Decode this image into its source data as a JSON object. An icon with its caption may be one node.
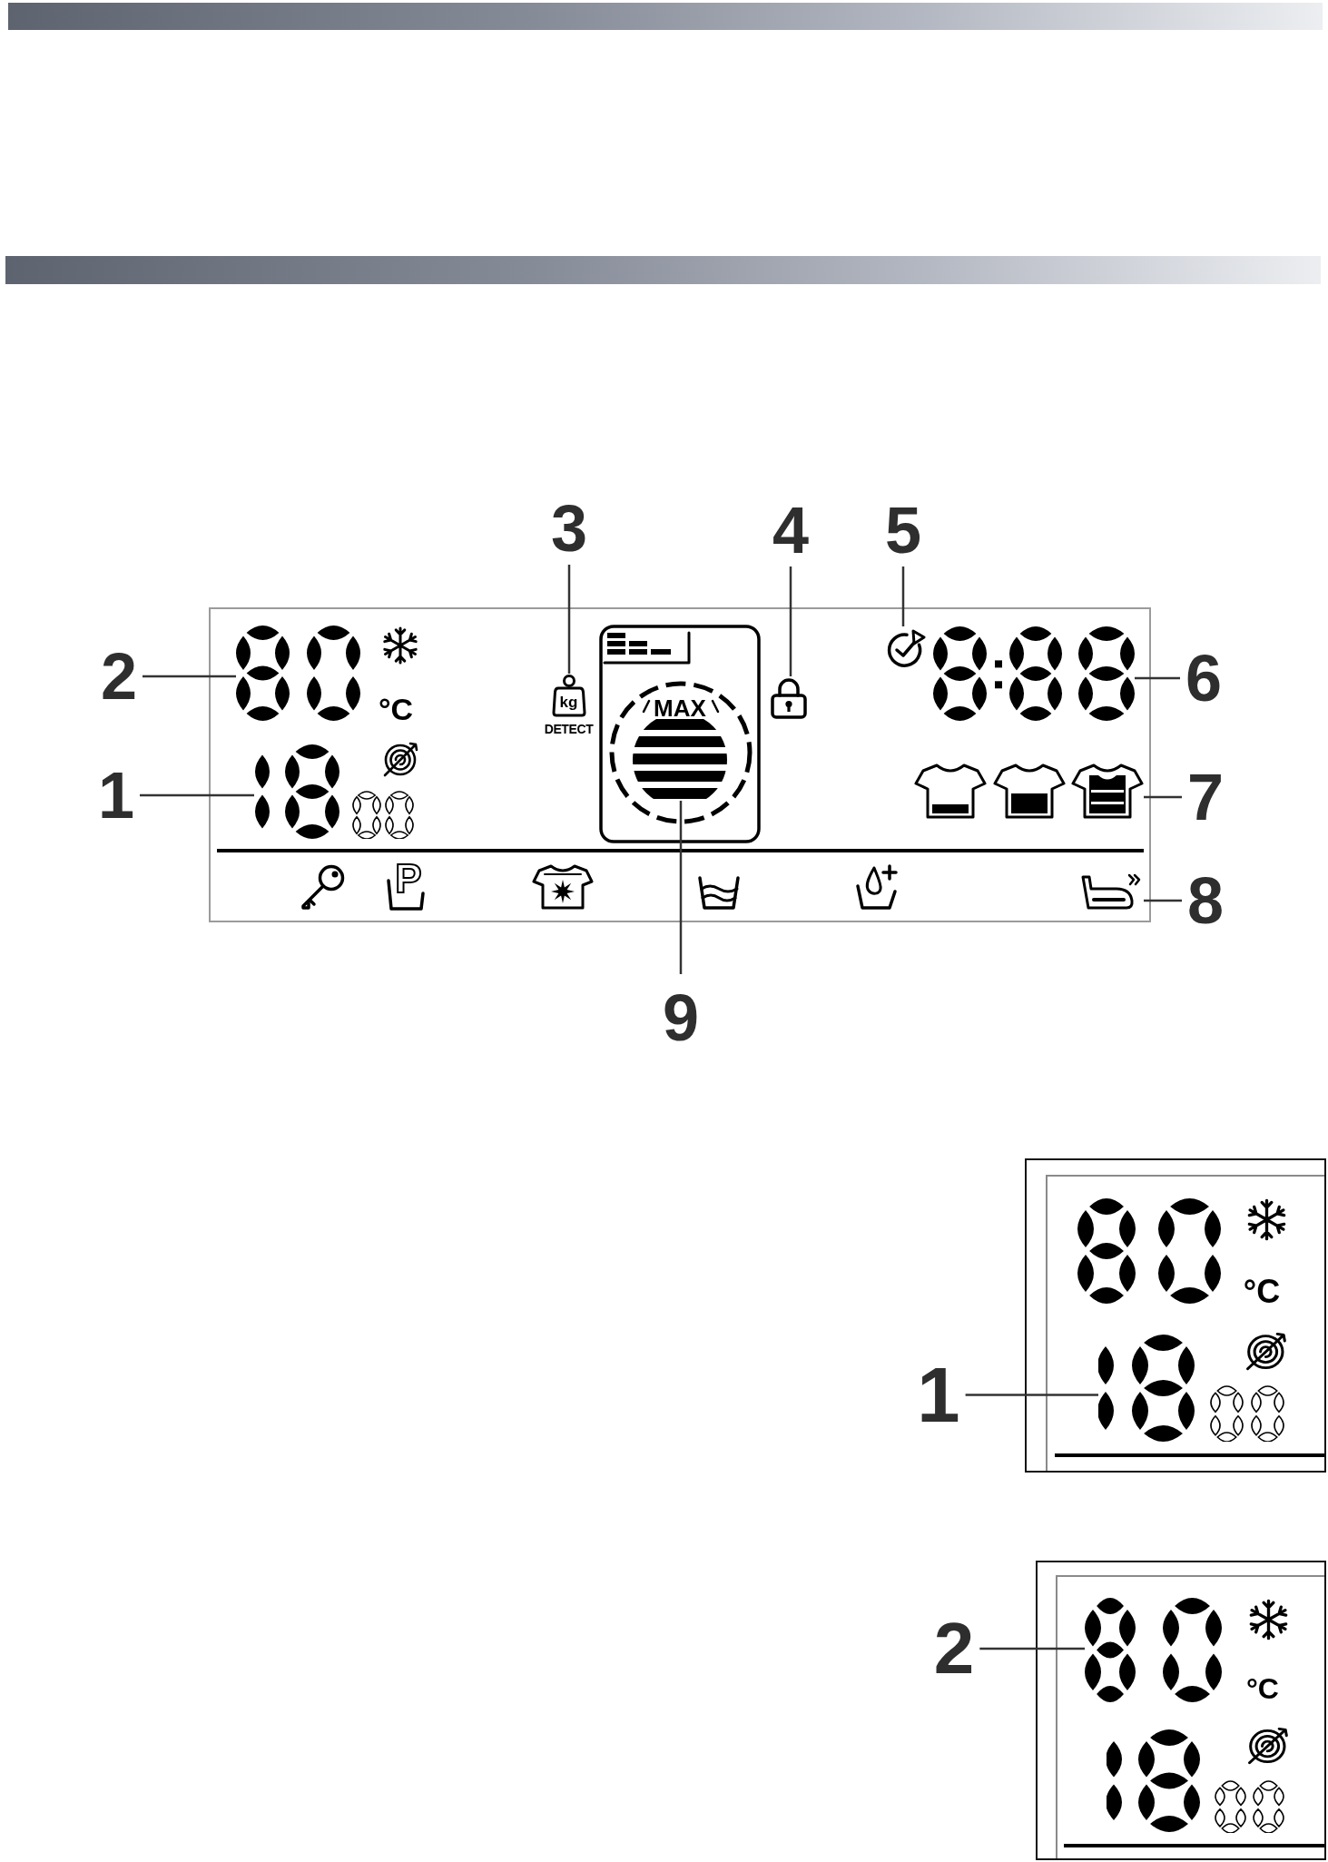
{
  "diagram": {
    "nodes": [
      {
        "text": [
          "3"
        ]
      },
      {
        "text": [
          "4"
        ]
      },
      {
        "text": [
          "5"
        ]
      },
      {
        "text": [],
        "shape": "box"
      },
      {
        "text": [],
        "shape": "picture",
        "in": 3,
        "beside": [
          "°C"
        ]
      },
      {
        "text": [
          "kg"
        ],
        "beside": [
          "DETECT"
        ],
        "in": 3
      },
      {
        "text": [],
        "shape": "picture",
        "in": 3
      },
      {
        "text": [],
        "shape": "picture",
        "in": 3
      },
      {
        "text": [],
        "shape": "picture",
        "in": 3
      },
      {
        "text": [],
        "shape": "picture",
        "in": 3
      },
      {
        "text": [],
        "shape": "picture",
        "in": 3
      },
      {
        "text": [],
        "shape": "picture",
        "in": 3
      },
      {
        "text": [],
        "shape": "picture",
        "in": 3
      },
      {
        "text": [
          "2"
        ]
      },
      {
        "text": [
          "6"
        ]
      },
      {
        "text": [
          "1"
        ]
      },
      {
        "text": [
          "7"
        ]
      },
      {
        "text": [
          "8"
        ]
      },
      {
        "text": [
          "9"
        ]
      },
      {
        "text": [],
        "shape": "box"
      },
      {
        "text": [],
        "shape": "picture",
        "in": 19,
        "beside": [
          "°C"
        ]
      },
      {
        "text": [],
        "shape": "picture",
        "in": 19
      },
      {
        "text": [
          "1"
        ]
      },
      {
        "text": [],
        "shape": "box"
      },
      {
        "text": [],
        "shape": "picture",
        "in": 23,
        "beside": [
          "°C"
        ]
      },
      {
        "text": [
          "2"
        ]
      },
      {
        "text": [],
        "shape": "picture",
        "in": 23
      }
    ],
    "edges": [
      {
        "from": 0,
        "to": 5,
        "arrow": "none"
      },
      {
        "from": 1,
        "to": 7,
        "arrow": "none"
      },
      {
        "from": 2,
        "to": 8,
        "arrow": "none"
      },
      {
        "from": 13,
        "to": 4,
        "arrow": "none"
      },
      {
        "from": 14,
        "to": 9,
        "arrow": "none"
      },
      {
        "from": 15,
        "to": 10,
        "arrow": "none"
      },
      {
        "from": 16,
        "to": 11,
        "arrow": "none"
      },
      {
        "from": 17,
        "to": 12,
        "arrow": "none"
      },
      {
        "from": 18,
        "to": 6,
        "arrow": "none"
      },
      {
        "from": 22,
        "to": 21,
        "arrow": "none"
      },
      {
        "from": 25,
        "to": 24,
        "arrow": "none"
      }
    ],
    "labels": [
      "MAX",
      "P"
    ]
  }
}
